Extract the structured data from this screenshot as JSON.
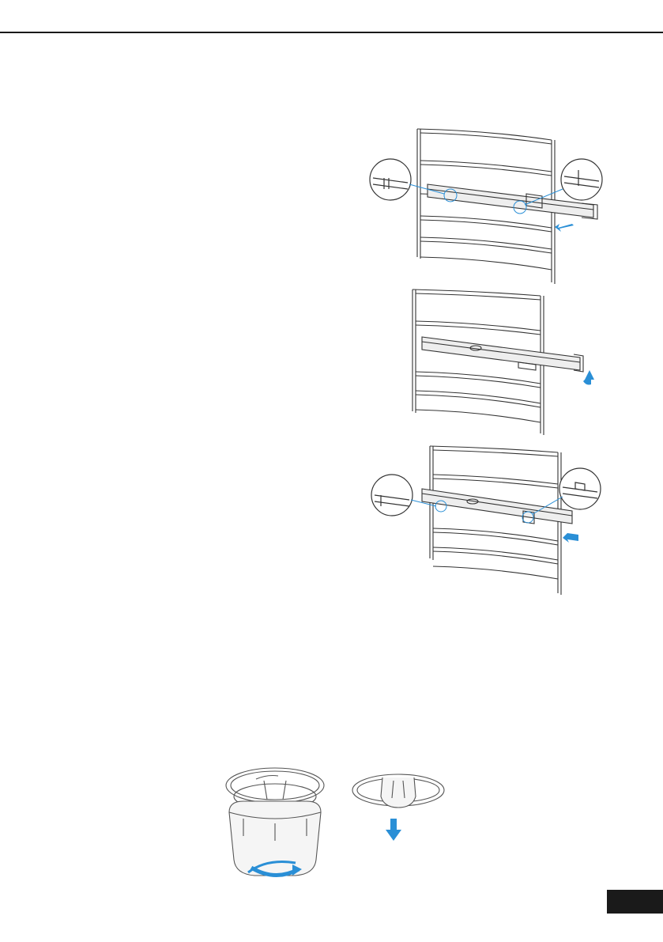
{
  "page": {
    "tab_color": "#1a1a1a",
    "accent_color": "#2a8fd6"
  },
  "figures": [
    {
      "id": "remove-rail",
      "icons": [
        "pull-out-arrow-icon",
        "detail-circle-icon"
      ]
    },
    {
      "id": "lift-rail",
      "icons": [
        "lift-arrow-icon"
      ]
    },
    {
      "id": "insert-rail",
      "icons": [
        "push-in-arrow-icon",
        "detail-circle-icon"
      ]
    },
    {
      "id": "lamp-cover",
      "icons": [
        "rotate-arrow-icon",
        "down-arrow-icon"
      ]
    }
  ]
}
